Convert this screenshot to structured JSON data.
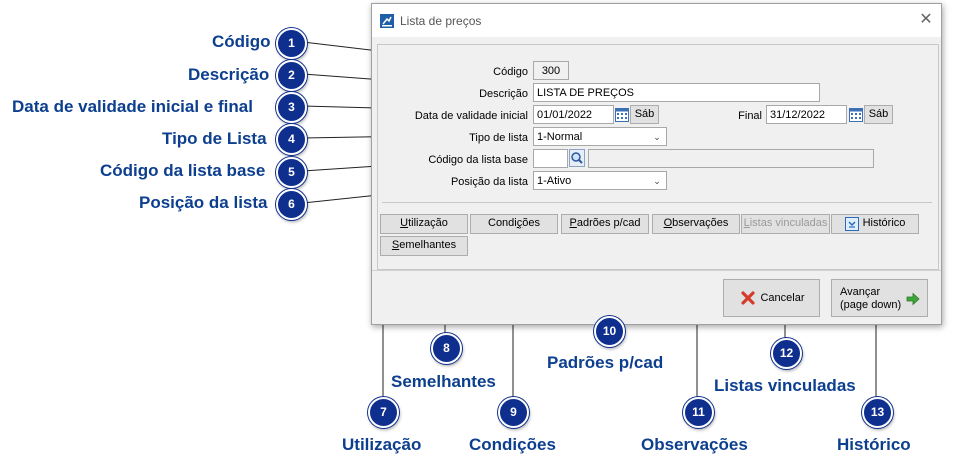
{
  "window": {
    "title": "Lista de preços",
    "close_symbol": "✕"
  },
  "form": {
    "codigo": {
      "label": "Código",
      "value": "300"
    },
    "descricao": {
      "label": "Descrição",
      "value": "LISTA DE PREÇOS"
    },
    "data_validade": {
      "label": "Data de validade inicial",
      "start_value": "01/01/2022",
      "start_day": "Sáb",
      "final_label": "Final",
      "end_value": "31/12/2022",
      "end_day": "Sáb"
    },
    "tipo_lista": {
      "label": "Tipo de lista",
      "value": "1-Normal"
    },
    "codigo_lista_base": {
      "label": "Código da lista base",
      "value": "",
      "description": ""
    },
    "posicao_lista": {
      "label": "Posição da lista",
      "value": "1-Ativo"
    }
  },
  "buttons": {
    "utilizacao": {
      "label": "Utilização",
      "ul": "U",
      "rest": "tilização"
    },
    "condicoes": {
      "label": "Condições",
      "pre": "Condi",
      "ul": "ç",
      "rest": "ões"
    },
    "padroes": {
      "label": "Padrões p/cad",
      "ul": "P",
      "rest": "adrões p/cad"
    },
    "observacoes": {
      "label": "Observações",
      "ul": "O",
      "rest": "bservações"
    },
    "listas_vinculadas": {
      "label": "Listas vinculadas",
      "ul": "L",
      "rest": "istas vinculadas"
    },
    "historico": {
      "label": "Histórico"
    },
    "semelhantes": {
      "label": "Semelhantes",
      "ul": "S",
      "rest": "emelhantes"
    },
    "cancelar": {
      "label": "Cancelar"
    },
    "avancar": {
      "line1": "Avançar",
      "line2": "(page down)"
    }
  },
  "annotations": {
    "a1": {
      "number": "1",
      "text": "Código"
    },
    "a2": {
      "number": "2",
      "text": "Descrição"
    },
    "a3": {
      "number": "3",
      "text": "Data de validade inicial e final"
    },
    "a4": {
      "number": "4",
      "text": "Tipo de Lista"
    },
    "a5": {
      "number": "5",
      "text": "Código da lista base"
    },
    "a6": {
      "number": "6",
      "text": "Posição da lista"
    },
    "a7": {
      "number": "7",
      "text": "Utilização"
    },
    "a8": {
      "number": "8",
      "text": "Semelhantes"
    },
    "a9": {
      "number": "9",
      "text": "Condições"
    },
    "a10": {
      "number": "10",
      "text": "Padrões p/cad"
    },
    "a11": {
      "number": "11",
      "text": "Observações"
    },
    "a12": {
      "number": "12",
      "text": "Listas vinculadas"
    },
    "a13": {
      "number": "13",
      "text": "Histórico"
    }
  },
  "colors": {
    "annotation_text": "#0d3f8f",
    "badge": "#0f2f8f"
  }
}
